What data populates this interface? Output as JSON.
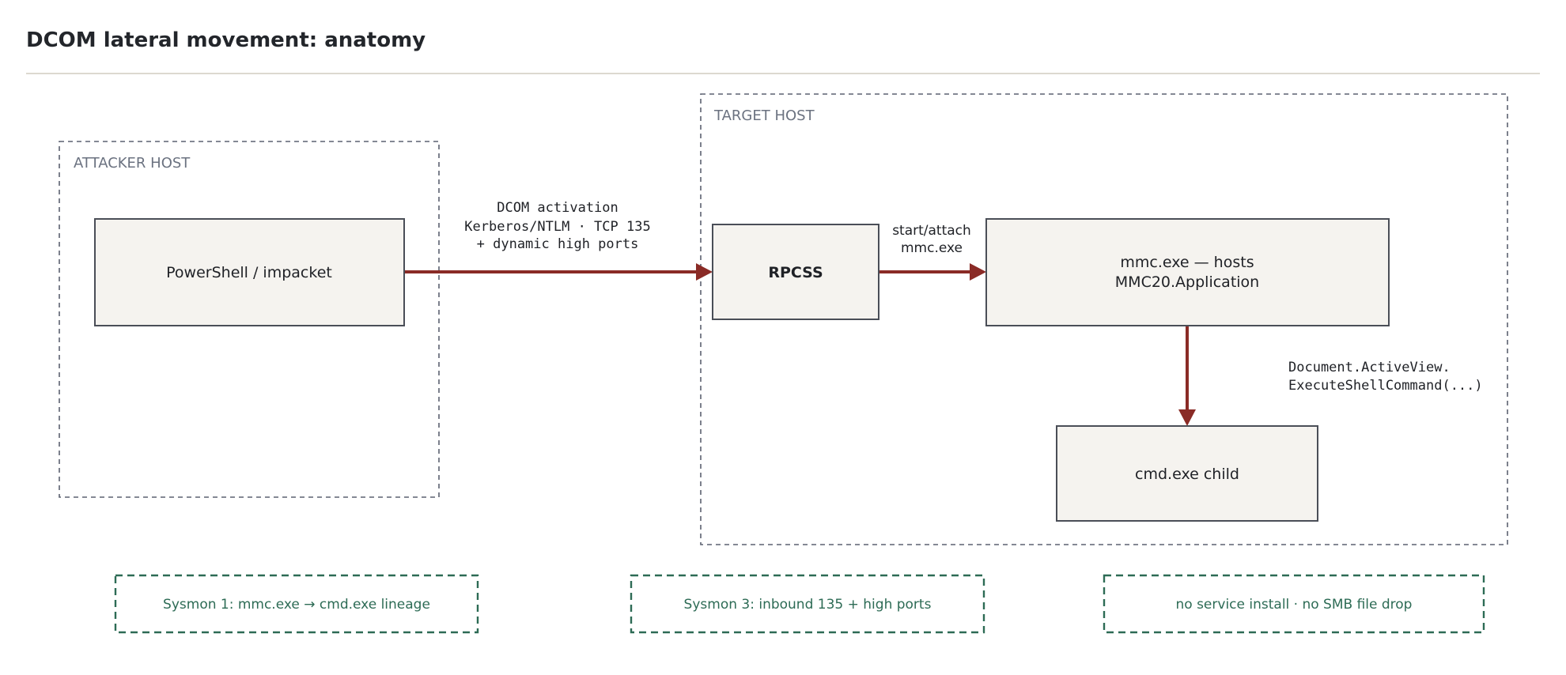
{
  "title": "DCOM lateral movement: anatomy",
  "regions": {
    "attacker": {
      "label": "ATTACKER HOST"
    },
    "target": {
      "label": "TARGET HOST"
    }
  },
  "nodes": {
    "powershell": {
      "label": "PowerShell / impacket"
    },
    "rpcss": {
      "label": "RPCSS"
    },
    "mmc": {
      "line1": "mmc.exe — hosts",
      "line2": "MMC20.Application"
    },
    "cmd": {
      "label": "cmd.exe child"
    }
  },
  "edges": {
    "activation": {
      "line1": "DCOM activation",
      "line2": "Kerberos/NTLM · TCP 135",
      "line3": "+ dynamic high ports"
    },
    "start_attach": {
      "line1": "start/attach",
      "line2": "mmc.exe"
    },
    "shell_command": {
      "line1": "Document.ActiveView.",
      "line2": "ExecuteShellCommand(...)"
    }
  },
  "detections": [
    {
      "label": "Sysmon 1: mmc.exe → cmd.exe lineage"
    },
    {
      "label": "Sysmon 3: inbound 135 + high ports"
    },
    {
      "label": "no service install · no SMB file drop"
    }
  ],
  "colors": {
    "edge": "#8a2b26",
    "node_fill": "#f5f3ef",
    "node_stroke": "#4a4e57",
    "detection": "#2d6b55",
    "region_label": "#6b7280"
  }
}
